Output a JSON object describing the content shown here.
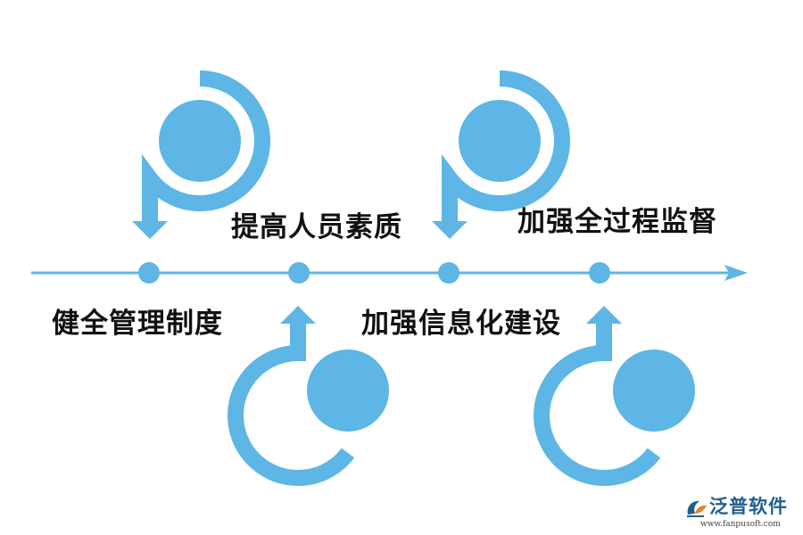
{
  "colors": {
    "accent": "#5db6e5",
    "text": "#111111",
    "logo": "#1f5f8f",
    "logo_orange": "#e8802a"
  },
  "steps": [
    {
      "label": "健全管理制度",
      "shape": "p-down"
    },
    {
      "label": "提高人员素质",
      "shape": "b-up"
    },
    {
      "label": "加强信息化建设",
      "shape": "p-down"
    },
    {
      "label": "加强全过程监督",
      "shape": "b-up"
    }
  ],
  "logo": {
    "name": "泛普软件",
    "url": "www.fanpusoft.com",
    "icon": "fanpu-logo-icon"
  }
}
